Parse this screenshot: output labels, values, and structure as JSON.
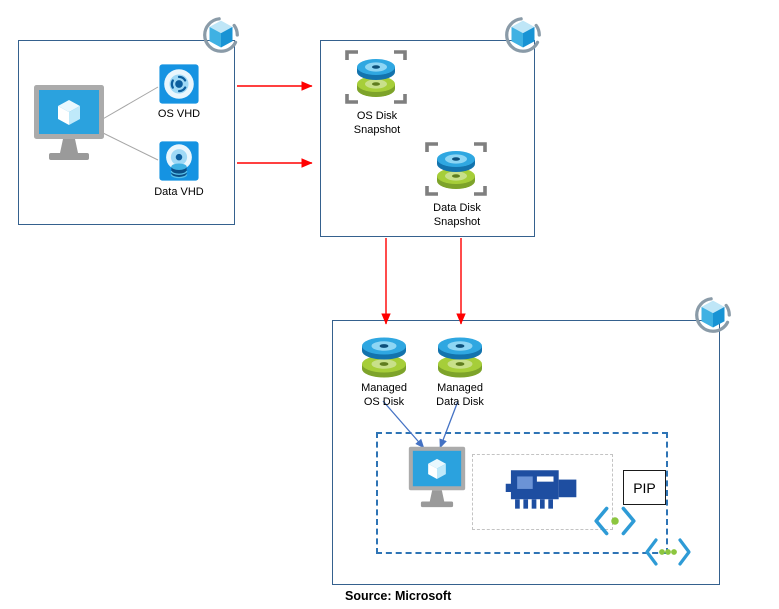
{
  "labels": {
    "os_vhd": "OS VHD",
    "data_vhd": "Data VHD",
    "os_disk_snapshot": "OS Disk\nSnapshot",
    "data_disk_snapshot": "Data Disk\nSnapshot",
    "managed_os_disk": "Managed\nOS Disk",
    "managed_data_disk": "Managed\nData Disk",
    "pip": "PIP",
    "source_note": "Source: Microsoft"
  },
  "icons": {
    "azure_cube": "azure-resource-cube-icon",
    "vm_monitor": "virtual-machine-monitor-icon",
    "os_vhd_disk": "os-vhd-disk-icon",
    "data_vhd_disk": "data-vhd-disk-icon",
    "snapshot": "disk-snapshot-icon",
    "managed_disk": "managed-disk-icon",
    "nic": "network-interface-card-icon",
    "endpoint_single_dot": "endpoint-chevron-icon",
    "vnet_three_dots": "virtual-network-chevron-icon"
  },
  "colors": {
    "box_border": "#35618e",
    "arrow_red": "#ff0000",
    "arrow_blue": "#4472c4",
    "connector_gray": "#a6a6a6",
    "dashed_blue": "#2e74b5",
    "dashed_gray": "#c3c3c3",
    "disk_blue": "#2fa7e1",
    "disk_green": "#a6ce39",
    "nic_blue": "#1e4ea1",
    "dot_green": "#8cc63f"
  }
}
